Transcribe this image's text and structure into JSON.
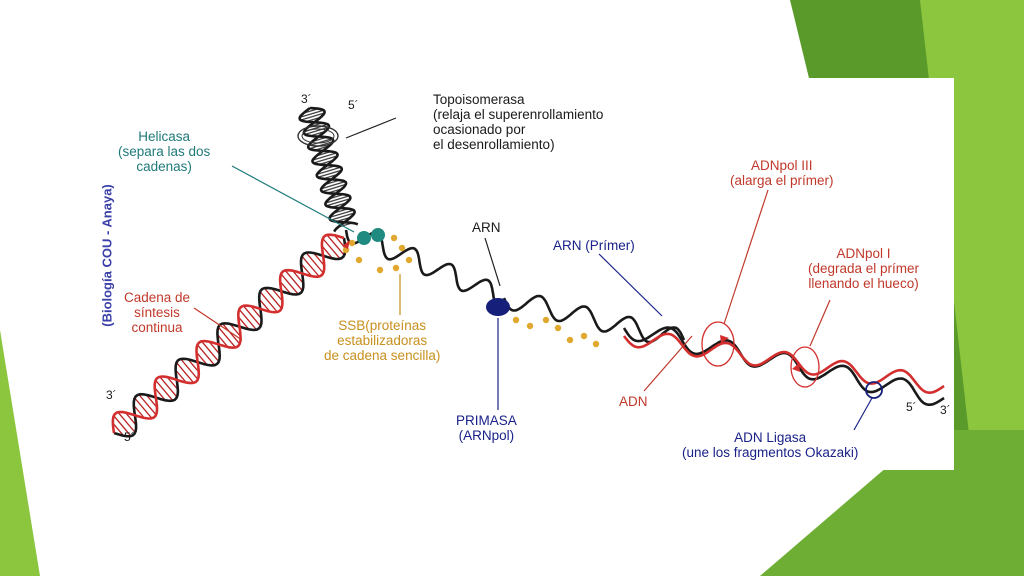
{
  "credit": "(Biología COU - Anaya)",
  "labels": {
    "topoisomerasa": "Topoisomerasa\n(relaja el superenrollamiento\nocasionado por\nel desenrollamiento)",
    "helicasa": "Helicasa\n(separa las dos\ncadenas)",
    "cadena_continua": "Cadena de\nsíntesis\ncontinua",
    "ssb": "SSB(proteínas\nestabilizadoras\nde cadena sencilla)",
    "arn": "ARN",
    "arn_primer": "ARN (Prímer)",
    "primasa": "PRIMASA\n(ARNpol)",
    "adn": "ADN",
    "adnpol3": "ADNpol III\n(alarga el prímer)",
    "adnpol1": "ADNpol I\n(degrada el prímer\nllenando el hueco)",
    "ligasa": "ADN Ligasa\n(une los fragmentos Okazaki)"
  },
  "ends": {
    "top_3": "3´",
    "top_5": "5´",
    "left_3": "3´",
    "left_5": "5´",
    "right_5": "5´",
    "right_3": "3´"
  },
  "colors": {
    "strand_black": "#1a1a1a",
    "strand_red": "#d32f2f",
    "helicase_teal": "#1f8a80",
    "ssb_gold": "#e0a82e",
    "primase_navy": "#16207a",
    "slide_green_dark": "#5a9a2a",
    "slide_green_light": "#8cc63f"
  }
}
